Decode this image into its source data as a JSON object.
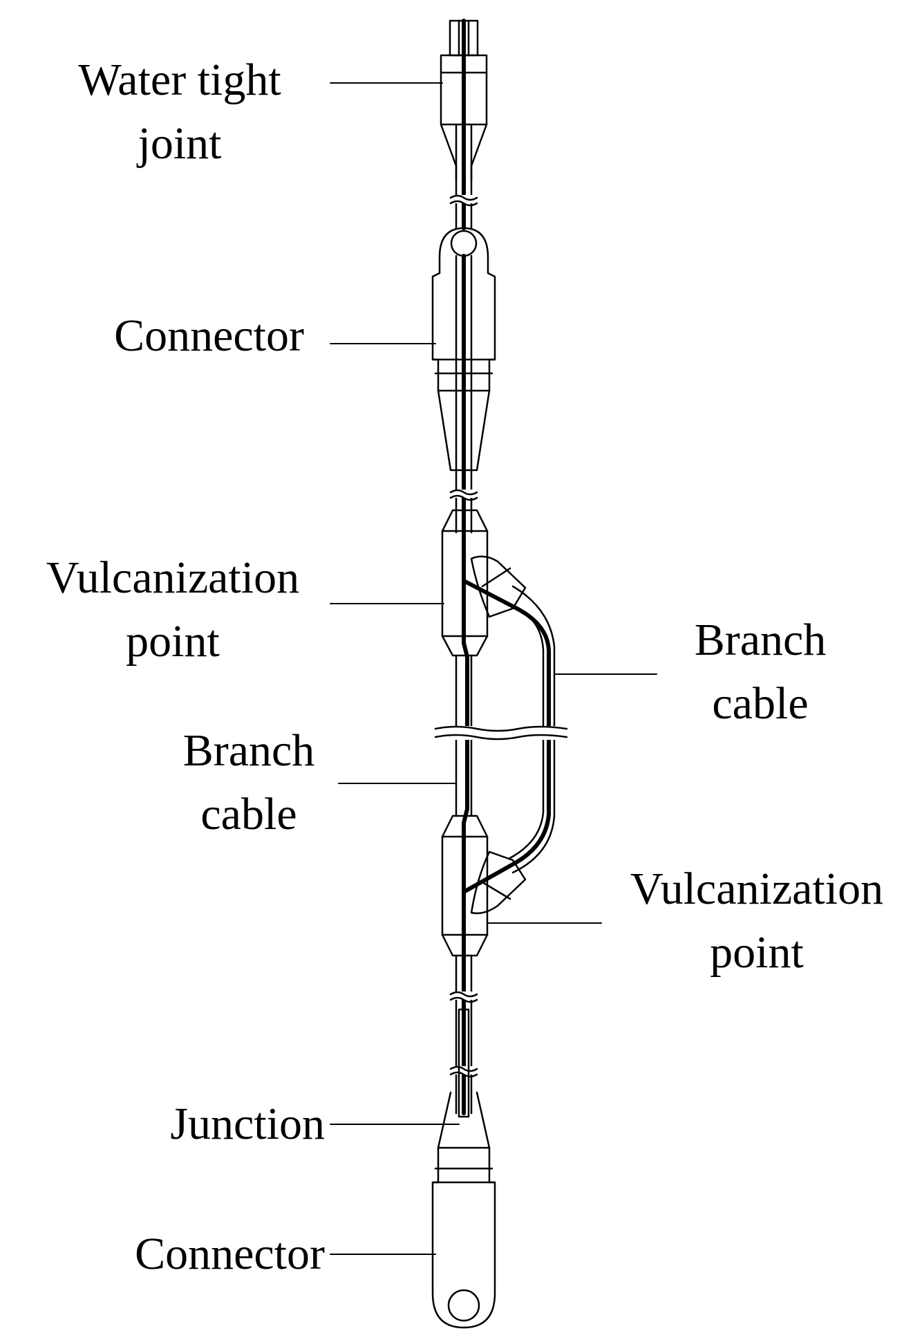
{
  "labels": {
    "water_tight_joint": {
      "line1": "Water tight",
      "line2": "joint"
    },
    "connector_top": {
      "line1": "Connector"
    },
    "vulcanization_point_left": {
      "line1": "Vulcanization",
      "line2": "point"
    },
    "branch_cable_right": {
      "line1": "Branch",
      "line2": "cable"
    },
    "branch_cable_left": {
      "line1": "Branch",
      "line2": "cable"
    },
    "vulcanization_point_right": {
      "line1": "Vulcanization",
      "line2": "point"
    },
    "junction": {
      "line1": "Junction"
    },
    "connector_bottom": {
      "line1": "Connector"
    }
  },
  "colors": {
    "ink": "#000000",
    "background": "#ffffff"
  }
}
